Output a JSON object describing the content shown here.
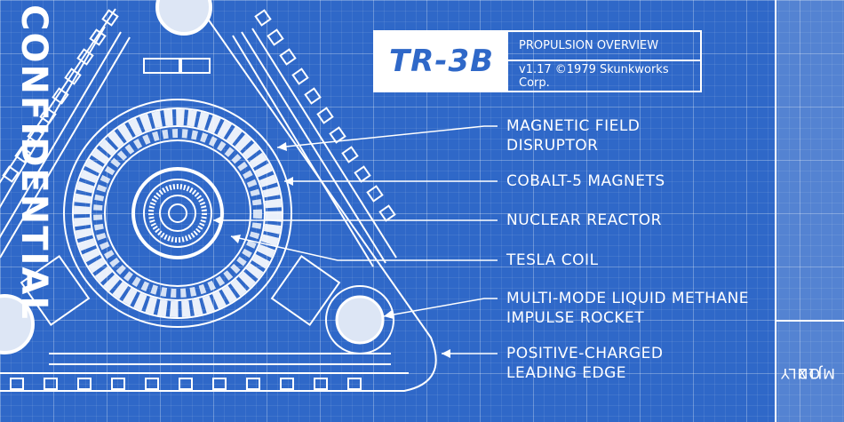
{
  "title": {
    "main": "TR-3B",
    "subtitle": "PROPULSION OVERVIEW",
    "version": "v1.17 ©1979 Skunkworks Corp."
  },
  "callouts": [
    {
      "line1": "MAGNETIC FIELD",
      "line2": "DISRUPTOR"
    },
    {
      "line1": "COBALT-5 MAGNETS",
      "line2": ""
    },
    {
      "line1": "NUCLEAR REACTOR",
      "line2": ""
    },
    {
      "line1": "TESLA COIL",
      "line2": ""
    },
    {
      "line1": "MULTI-MODE LIQUID METHANE",
      "line2": "IMPULSE ROCKET"
    },
    {
      "line1": "POSITIVE-CHARGED",
      "line2": "LEADING EDGE"
    }
  ],
  "stamp": {
    "main": "CONFIDENTIAL",
    "line1": "MJ12",
    "line2": "ONLY"
  },
  "colors": {
    "background": "#2f68c8",
    "ink": "#ffffff"
  }
}
